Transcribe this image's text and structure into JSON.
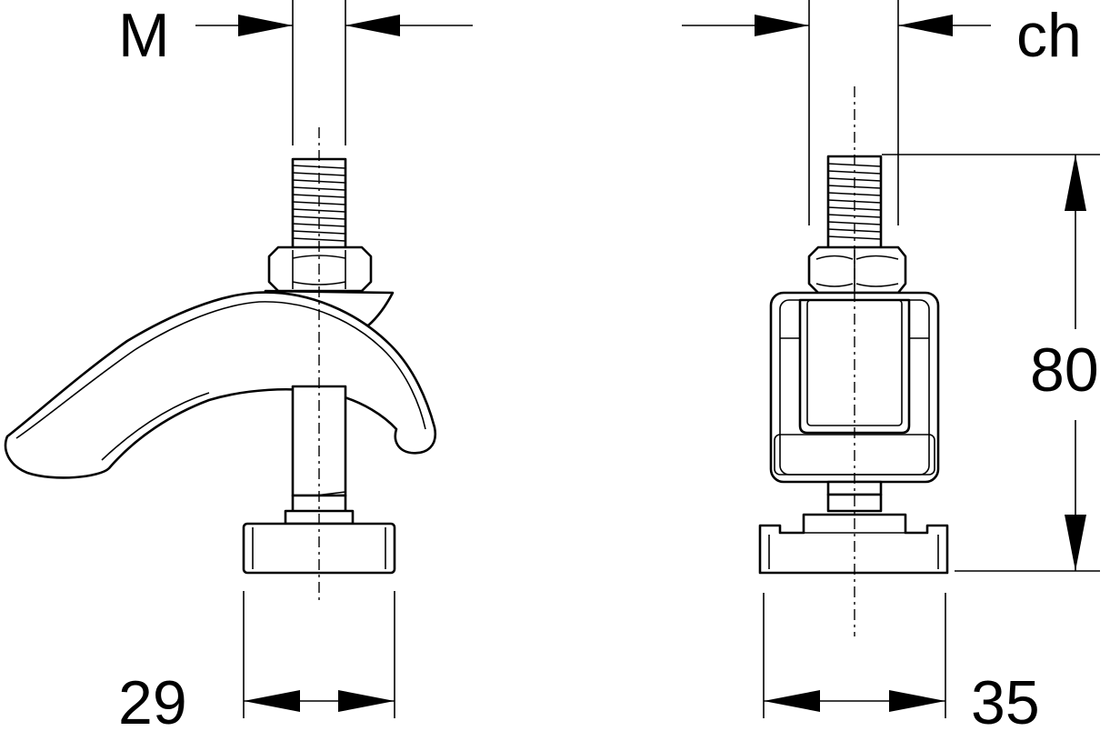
{
  "labels": {
    "thread_size": "M",
    "width_across_flats": "ch",
    "height": "80",
    "side_view_base_width": "29",
    "front_view_base_width": "35"
  }
}
